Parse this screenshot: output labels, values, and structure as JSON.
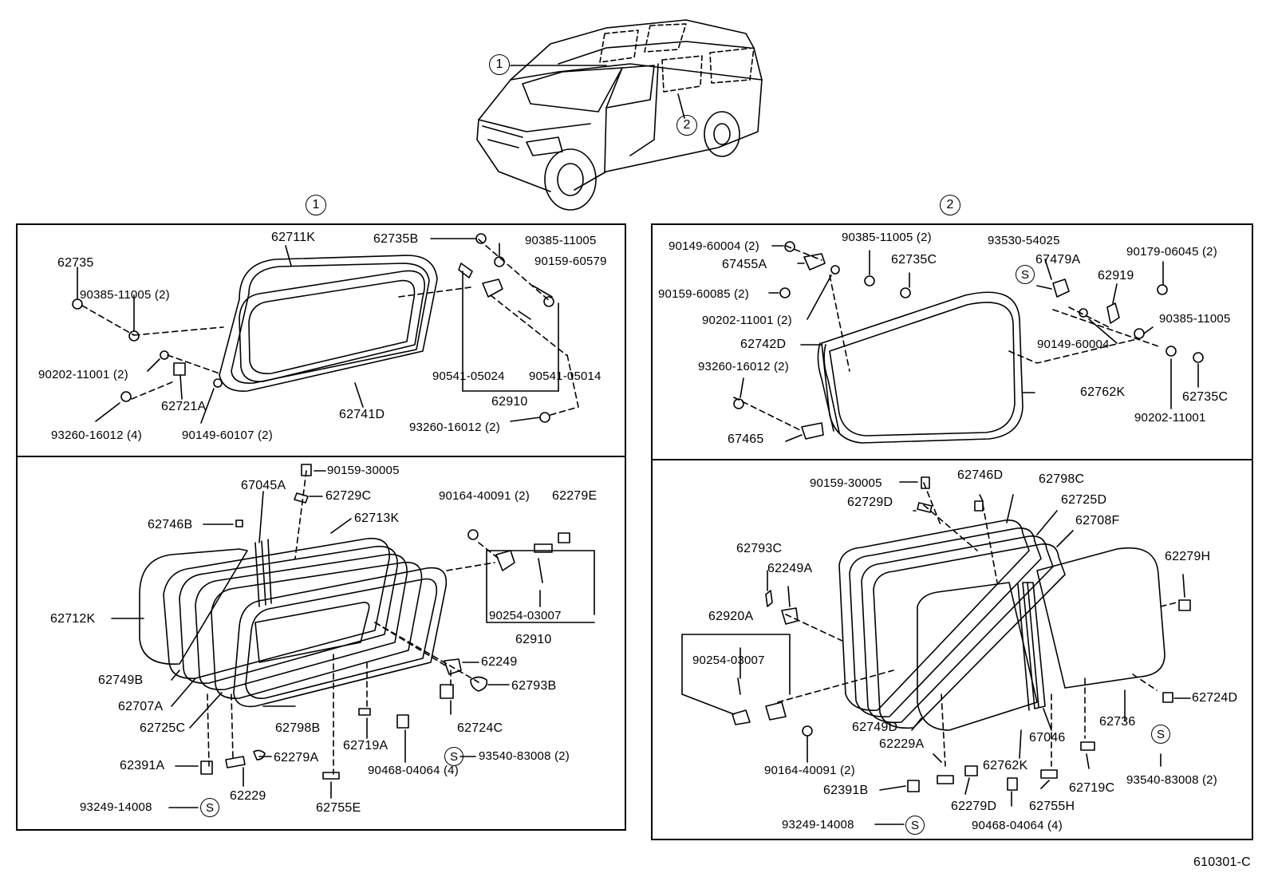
{
  "diagram_code": "610301-C",
  "vehicle_markers": {
    "roof_glass": "1",
    "slide_glass": "2"
  },
  "section_markers": {
    "left": "1",
    "right": "2"
  },
  "special_symbol": "S",
  "panel_roof_upper": {
    "p62735": "62735",
    "p62711K": "62711K",
    "p62735B": "62735B",
    "p90385a": "90385-11005",
    "p90159": "90159-60579",
    "p90385b": "90385-11005 (2)",
    "p90202": "90202-11001 (2)",
    "p62721A": "62721A",
    "p90541a": "90541-05024",
    "p90541b": "90541-05014",
    "p62910": "62910",
    "p62741D": "62741D",
    "p93260a": "93260-16012 (4)",
    "p90149": "90149-60107 (2)",
    "p93260b": "93260-16012 (2)"
  },
  "panel_roof_lower": {
    "p90159": "90159-30005",
    "p67045A": "67045A",
    "p62729C": "62729C",
    "p90164": "90164-40091 (2)",
    "p62279E": "62279E",
    "p62746B": "62746B",
    "p62713K": "62713K",
    "p62712K": "62712K",
    "p90254": "90254-03007",
    "p62910": "62910",
    "p62249": "62249",
    "p62749B": "62749B",
    "p62793B": "62793B",
    "p62707A": "62707A",
    "p62725C": "62725C",
    "p62798B": "62798B",
    "p62724C": "62724C",
    "p62719A": "62719A",
    "p93540": "93540-83008 (2)",
    "p62391A": "62391A",
    "p62279A": "62279A",
    "p90468": "90468-04064 (4)",
    "p62229": "62229",
    "p93249": "93249-14008",
    "p62755E": "62755E"
  },
  "panel_slide_upper": {
    "p90149a": "90149-60004 (2)",
    "p90385a": "90385-11005 (2)",
    "p93530": "93530-54025",
    "p67455A": "67455A",
    "p62735C": "62735C",
    "p67479A": "67479A",
    "p90179": "90179-06045 (2)",
    "p90159": "90159-60085 (2)",
    "p62919": "62919",
    "p90202a": "90202-11001 (2)",
    "p90385b": "90385-11005",
    "p62742D": "62742D",
    "p90149b": "90149-60004",
    "p93260": "93260-16012 (2)",
    "p62762K": "62762K",
    "p62735C2": "62735C",
    "p90202b": "90202-11001",
    "p67465": "67465"
  },
  "panel_slide_lower": {
    "p90159": "90159-30005",
    "p62746D": "62746D",
    "p62798C": "62798C",
    "p62729D": "62729D",
    "p62725D": "62725D",
    "p62708F": "62708F",
    "p62793C": "62793C",
    "p62279H": "62279H",
    "p62249A": "62249A",
    "p62920A": "62920A",
    "p90254": "90254-03007",
    "p62724D": "62724D",
    "p62749D": "62749D",
    "p62736": "62736",
    "p67046": "67046",
    "p62229A": "62229A",
    "p90164": "90164-40091 (2)",
    "p62762K": "62762K",
    "p62719C": "62719C",
    "p93540": "93540-83008 (2)",
    "p62391B": "62391B",
    "p62279D": "62279D",
    "p62755H": "62755H",
    "p93249": "93249-14008",
    "p90468": "90468-04064 (4)"
  }
}
